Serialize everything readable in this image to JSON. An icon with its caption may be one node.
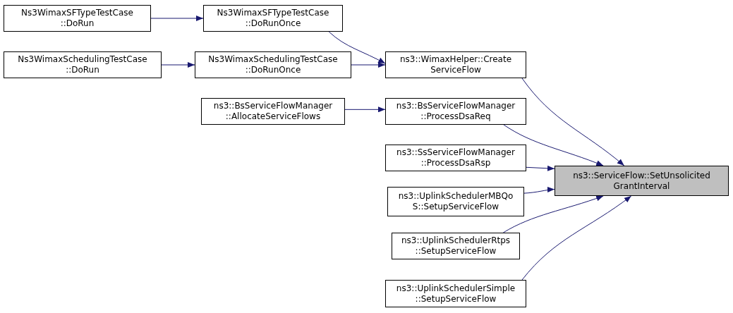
{
  "diagram": {
    "nodes": [
      {
        "text": [
          "Ns3WimaxSFTypeTestCase ::DoRun"
        ]
      },
      {
        "text": [
          "Ns3WimaxSFTypeTestCase ::DoRunOnce"
        ]
      },
      {
        "text": [
          "Ns3WimaxSchedulingTestCase ::DoRun"
        ]
      },
      {
        "text": [
          "Ns3WimaxSchedulingTestCase ::DoRunOnce"
        ]
      },
      {
        "text": [
          "ns3::WimaxHelper::Create ServiceFlow"
        ]
      },
      {
        "text": [
          "ns3::BsServiceFlowManager ::AllocateServiceFlows"
        ]
      },
      {
        "text": [
          "ns3::BsServiceFlowManager ::ProcessDsaReq"
        ]
      },
      {
        "text": [
          "ns3::SsServiceFlowManager ::ProcessDsaRsp"
        ]
      },
      {
        "text": [
          "ns3::ServiceFlow::SetUnsolicited GrantInterval"
        ]
      },
      {
        "text": [
          "ns3::UplinkSchedulerMBQo S::SetupServiceFlow"
        ]
      },
      {
        "text": [
          "ns3::UplinkSchedulerRtps ::SetupServiceFlow"
        ]
      },
      {
        "text": [
          "ns3::UplinkSchedulerSimple ::SetupServiceFlow"
        ]
      }
    ],
    "edges": [
      {
        "from": 0,
        "to": 1,
        "arrow": "to"
      },
      {
        "from": 1,
        "to": 4,
        "arrow": "to"
      },
      {
        "from": 2,
        "to": 3,
        "arrow": "to"
      },
      {
        "from": 3,
        "to": 4,
        "arrow": "to"
      },
      {
        "from": 5,
        "to": 6,
        "arrow": "to"
      },
      {
        "from": 4,
        "to": 8,
        "arrow": "to"
      },
      {
        "from": 6,
        "to": 8,
        "arrow": "to"
      },
      {
        "from": 7,
        "to": 8,
        "arrow": "to"
      },
      {
        "from": 9,
        "to": 8,
        "arrow": "to"
      },
      {
        "from": 10,
        "to": 8,
        "arrow": "to"
      },
      {
        "from": 11,
        "to": 8,
        "arrow": "to"
      }
    ]
  }
}
